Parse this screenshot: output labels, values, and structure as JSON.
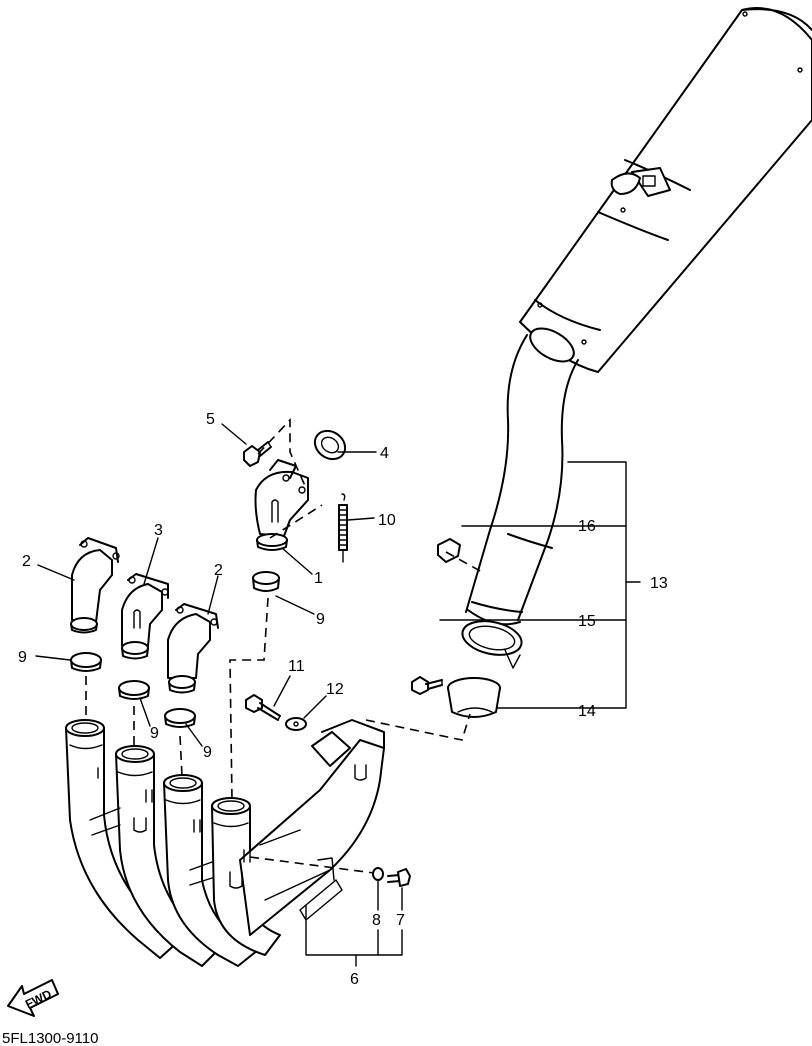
{
  "diagram": {
    "callouts": {
      "c1": "1",
      "c2a": "2",
      "c2b": "2",
      "c3": "3",
      "c4": "4",
      "c5": "5",
      "c6": "6",
      "c7": "7",
      "c8": "8",
      "c9a": "9",
      "c9b": "9",
      "c9c": "9",
      "c9d": "9",
      "c10": "10",
      "c11": "11",
      "c12": "12",
      "c13": "13",
      "c14": "14",
      "c15": "15",
      "c16": "16"
    },
    "fwd_label": "FWD",
    "figure_code": "5FL1300-9110"
  }
}
